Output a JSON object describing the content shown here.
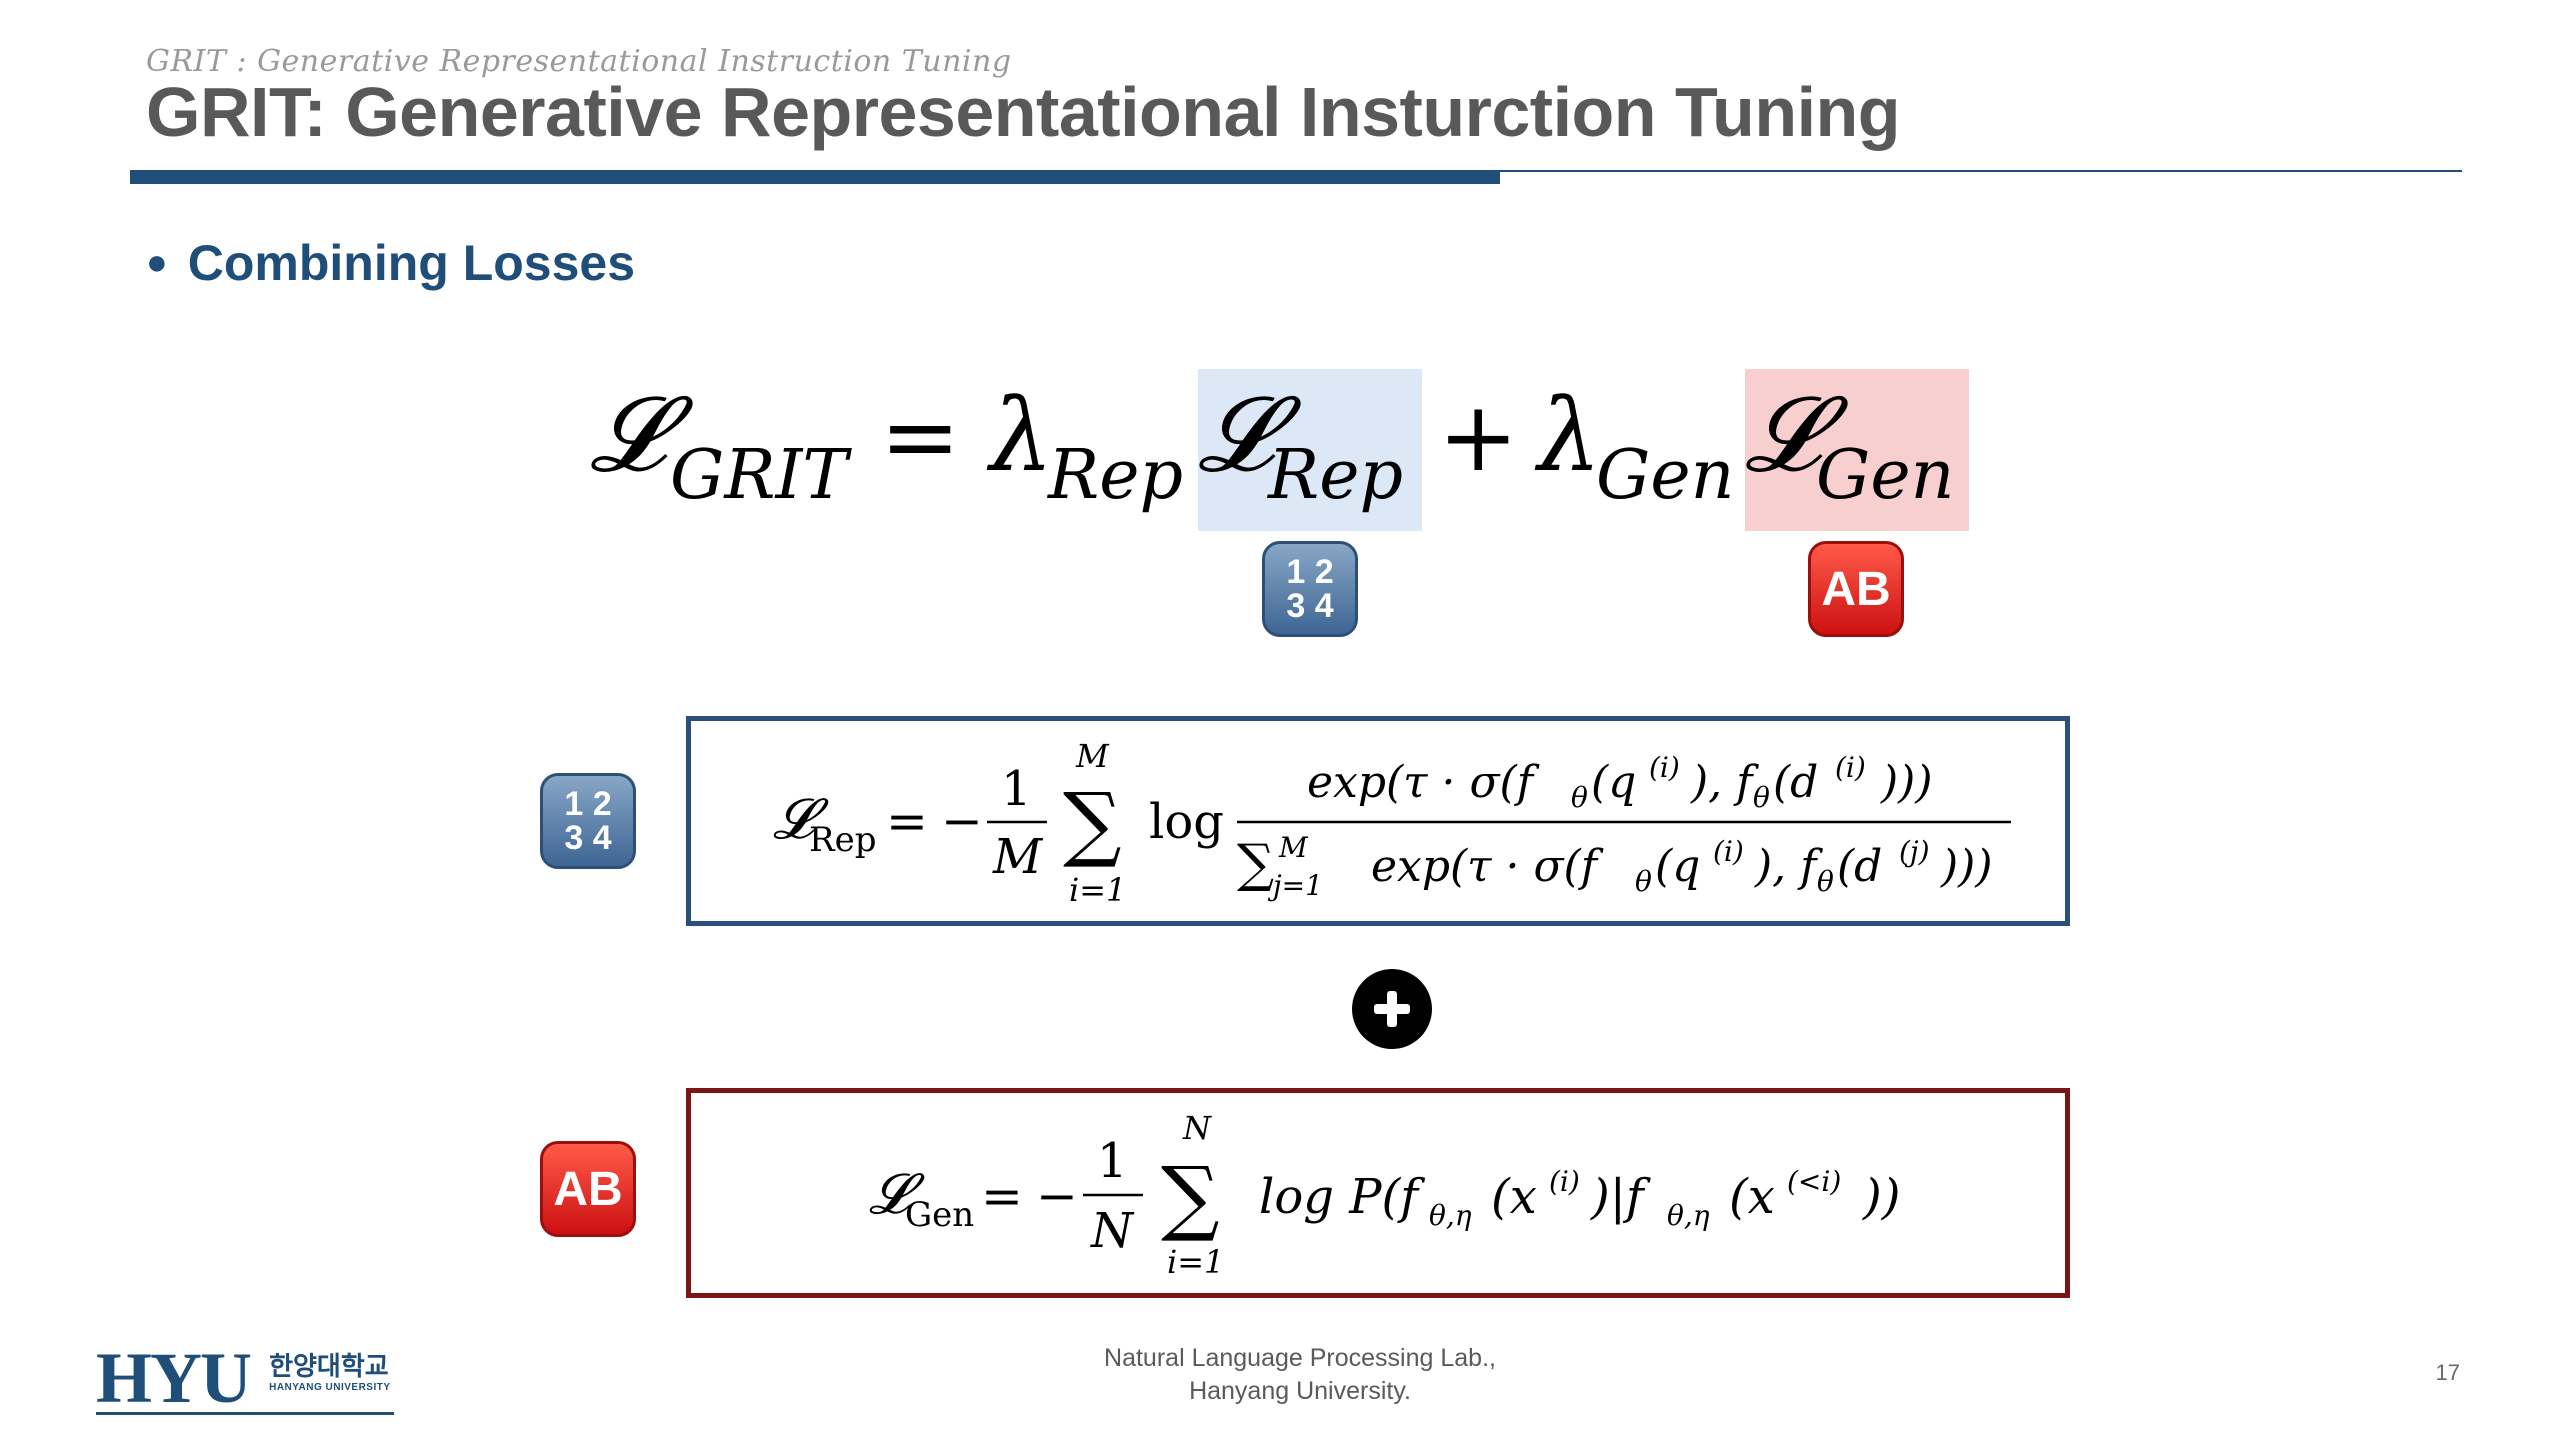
{
  "header": {
    "subtitle": "GRIT : Generative Representational Instruction Tuning",
    "title": "GRIT: Generative Representational Insturction Tuning"
  },
  "bullet": {
    "text": "Combining Losses"
  },
  "main_equation": {
    "lhs_symbol": "𝓛",
    "lhs_sub": "GRIT",
    "equals": "=",
    "lambda1": "λ",
    "lambda1_sub": "Rep",
    "loss1": "𝓛",
    "loss1_sub": "Rep",
    "plus": "+",
    "lambda2": "λ",
    "lambda2_sub": "Gen",
    "loss2": "𝓛",
    "loss2_sub": "Gen",
    "colors": {
      "rep_highlight": "#dce8f5",
      "gen_highlight": "#f8cfcf"
    }
  },
  "icons": {
    "rep_icon": {
      "name": "input-numbers-icon",
      "line1": "1 2",
      "line2": "3 4"
    },
    "gen_icon": {
      "name": "input-latin-uppercase-icon",
      "label": "AB"
    },
    "plus_icon": {
      "name": "heavy-plus-icon"
    }
  },
  "rep_loss": {
    "lhs": "𝓛",
    "lhs_sub": "Rep",
    "eq": "=",
    "minus": "−",
    "frac_num": "1",
    "frac_den": "M",
    "sigma": "∑",
    "sum_upper": "M",
    "sum_lower": "i=1",
    "log": "log",
    "numerator": "exp(τ · σ(f",
    "numerator_q": "(q",
    "numerator_d": "), f",
    "numerator_d2": "(d",
    "numerator_end": ")))",
    "theta": "θ",
    "sup_i": "(i)",
    "sup_j": "(j)",
    "den_sigma": "∑",
    "den_upper": "M",
    "den_lower": "j=1",
    "den_exp": "exp(τ · σ(f",
    "border_color": "#2a4f79"
  },
  "gen_loss": {
    "lhs": "𝓛",
    "lhs_sub": "Gen",
    "eq": "=",
    "minus": "−",
    "frac_num": "1",
    "frac_den": "N",
    "sigma": "∑",
    "sum_upper": "N",
    "sum_lower": "i=1",
    "log_p": "log P(f",
    "sub_theta_eta": "θ,η",
    "x_open": "(x",
    "sup_i": "(i)",
    "bar": ")|f",
    "sup_lt": "(<i)",
    "end": "))",
    "border_color": "#7a1515"
  },
  "footer": {
    "logo_main": "HYU",
    "logo_korean": "한양대학교",
    "logo_english": "HANYANG UNIVERSITY",
    "lab_line1": "Natural Language Processing Lab.,",
    "lab_line2": "Hanyang University.",
    "page_number": "17"
  }
}
